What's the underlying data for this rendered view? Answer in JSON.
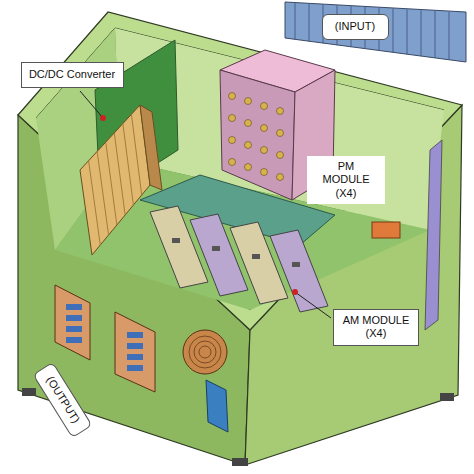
{
  "diagram": {
    "nodes": [
      {
        "text": [
          "DC/DC Converter"
        ]
      },
      {
        "text": [
          "(INPUT)"
        ]
      },
      {
        "text": [
          "PM MODULE (X4)"
        ]
      },
      {
        "text": [
          "AM MODULE (X4)"
        ]
      },
      {
        "text": [
          "(OUTPUT)"
        ]
      }
    ]
  }
}
